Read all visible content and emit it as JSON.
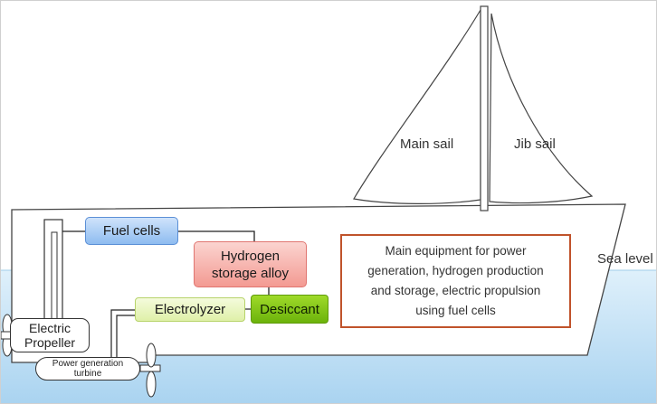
{
  "labels": {
    "main_sail": "Main sail",
    "jib_sail": "Jib sail",
    "sea_level": "Sea level"
  },
  "components": {
    "fuel_cells": "Fuel cells",
    "hydrogen_storage_alloy_line1": "Hydrogen",
    "hydrogen_storage_alloy_line2": "storage alloy",
    "electrolyzer": "Electrolyzer",
    "desiccant": "Desiccant",
    "electric_propeller_line1": "Electric",
    "electric_propeller_line2": "Propeller",
    "turbine_line1": "Power generation",
    "turbine_line2": "turbine"
  },
  "note": {
    "lines": [
      "Main equipment for power",
      "generation, hydrogen production",
      "and storage, electric propulsion",
      "using fuel cells"
    ]
  },
  "colors": {
    "water": "#c9e6f8",
    "hull_outline": "#444444",
    "note_border": "#c0532b",
    "fuel_cells": "#8ebcf0",
    "hydrogen_storage": "#f39a92",
    "electrolyzer": "#dff0a8",
    "desiccant": "#6cb30b"
  }
}
